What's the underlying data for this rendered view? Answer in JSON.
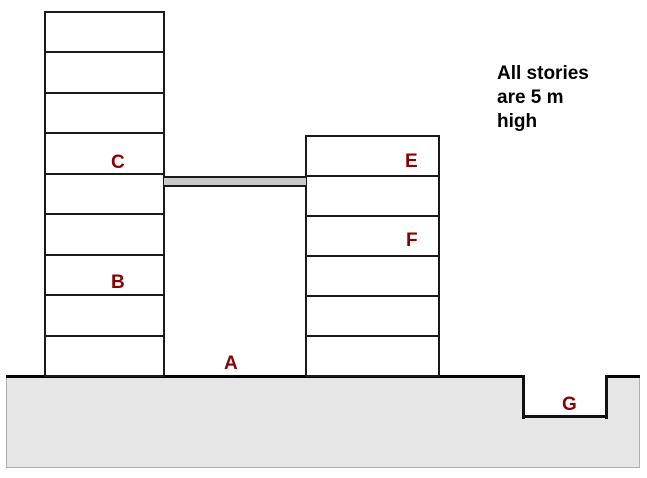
{
  "diagram": {
    "title_note": {
      "lines": [
        "All stories",
        "are 5 m",
        "high"
      ],
      "full_text": "All stories are 5 m high",
      "color": "#000000"
    },
    "label_color": "#8b0000",
    "outline_color": "#1a1a1a",
    "ground": {
      "name": "ground",
      "fill_color": "#e6e6e6",
      "border_color": "#b0b0b0",
      "excavation": {
        "name": "excavation-notch",
        "label": "G",
        "fill_color": "#ffffff"
      }
    },
    "bridge": {
      "name": "sky-bridge",
      "fill_color": "#c9c9c9",
      "label": ""
    },
    "buildings": [
      {
        "id": "left-building",
        "story_count": 9,
        "story_height_m": 5,
        "labels": [
          {
            "text": "C",
            "story_index_from_top": 3
          },
          {
            "text": "B",
            "story_index_from_top": 6
          }
        ]
      },
      {
        "id": "right-building",
        "story_count": 6,
        "story_height_m": 5,
        "labels": [
          {
            "text": "E",
            "story_index_from_top": 0
          },
          {
            "text": "F",
            "story_index_from_top": 2
          }
        ]
      }
    ],
    "point_labels": [
      {
        "text": "A",
        "description": "gap-between-buildings-at-grade"
      },
      {
        "text": "B",
        "description": "left-building-lower-story"
      },
      {
        "text": "C",
        "description": "left-building-upper-story"
      },
      {
        "text": "E",
        "description": "right-building-top-story"
      },
      {
        "text": "F",
        "description": "right-building-third-story"
      },
      {
        "text": "G",
        "description": "excavation-notch-in-ground"
      }
    ]
  }
}
